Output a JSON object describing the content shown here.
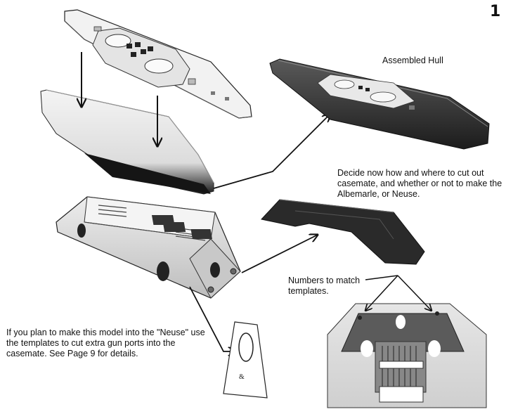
{
  "page_number": "1",
  "labels": {
    "assembled_hull": "Assembled Hull",
    "decide_note": "Decide now how and where to cut out casemate, and whether or not to make the Albemarle, or Neuse.",
    "numbers_note": "Numbers to match templates.",
    "neuse_note": "If you plan to make this model into the \"Neuse\" use the templates to cut extra gun ports into the casemate. See Page 9 for details."
  },
  "template_marking": "&"
}
